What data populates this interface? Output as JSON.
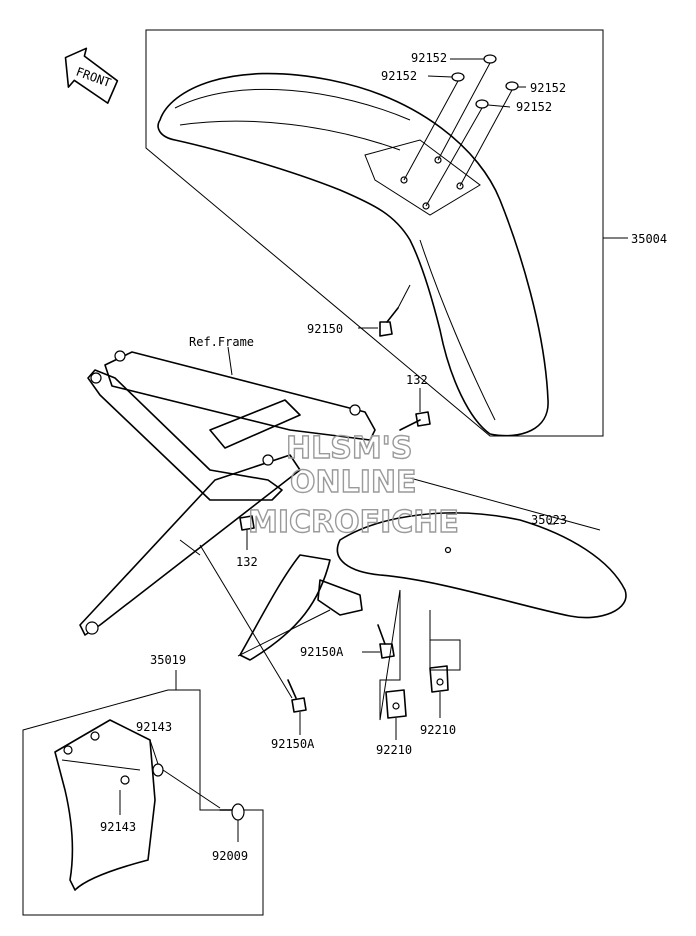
{
  "front_arrow": {
    "label": "FRONT"
  },
  "watermark": {
    "lines": [
      "HLSM'S",
      "ONLINE",
      "MICROFICHE"
    ]
  },
  "labels": {
    "ref_frame": "Ref.Frame",
    "w_92152_a": "92152",
    "w_92152_b": "92152",
    "w_92152_c": "92152",
    "w_92152_d": "92152",
    "f_35004": "35004",
    "b_92150": "92150",
    "b_132_upper": "132",
    "b_132_lower": "132",
    "f_35023": "35023",
    "b_92150a_mid": "92150A",
    "b_92150a_low": "92150A",
    "n_92210_a": "92210",
    "n_92210_b": "92210",
    "g_35019": "35019",
    "w_92143_top": "92143",
    "w_92143_bot": "92143",
    "s_92009": "92009"
  }
}
